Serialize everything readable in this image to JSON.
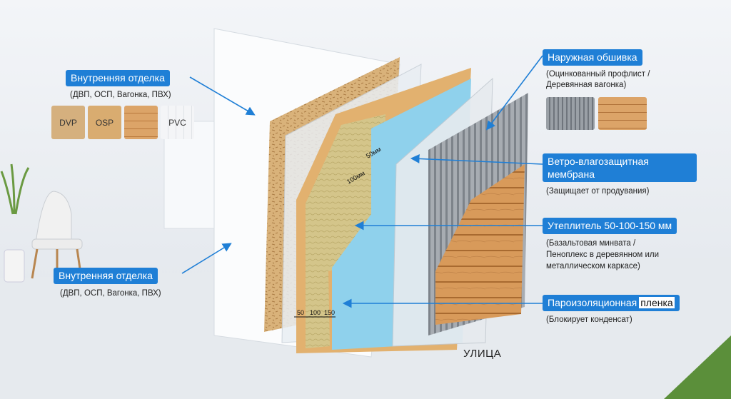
{
  "labels": {
    "interior_top": {
      "title": "Внутренняя отделка",
      "sub": "(ДВП, ОСП, Вагонка, ПВХ)"
    },
    "interior_bottom": {
      "title": "Внутренняя отделка",
      "sub": "(ДВП, ОСП, Вагонка, ПВХ)"
    },
    "exterior": {
      "title": "Наружная обшивка",
      "sub1": "(Оцинкованный профлист /",
      "sub2": "Деревянная вагонка)"
    },
    "membrane": {
      "title1": "Ветро-влагозащитная",
      "title2": "мембрана",
      "sub": "(Защищает от продувания)"
    },
    "insulation": {
      "title": "Утеплитель 50-100-150 мм",
      "sub1": "(Базальтовая минвата /",
      "sub2": "Пеноплекс в деревянном или",
      "sub3": "металлическом каркасе)"
    },
    "vapor": {
      "title": "Пароизоляционная",
      "title_plain": "пленка",
      "sub": "(Блокирует конденсат)"
    }
  },
  "swatches": [
    "DVP",
    "OSP",
    "",
    "PVC"
  ],
  "dimensions": {
    "d50_top": "50мм",
    "d100_top": "100мм",
    "d50": "50",
    "d100": "100",
    "d150": "150"
  },
  "street_label": "УЛИЦА",
  "colors": {
    "label_bg": "#1f7fd6",
    "arrow": "#1f7fd6",
    "osb": "#d9b27a",
    "wood": "#d89a5a",
    "foam": "#8fd1ec",
    "wool": "#d4c58a",
    "metal": "#9aa0a6"
  }
}
